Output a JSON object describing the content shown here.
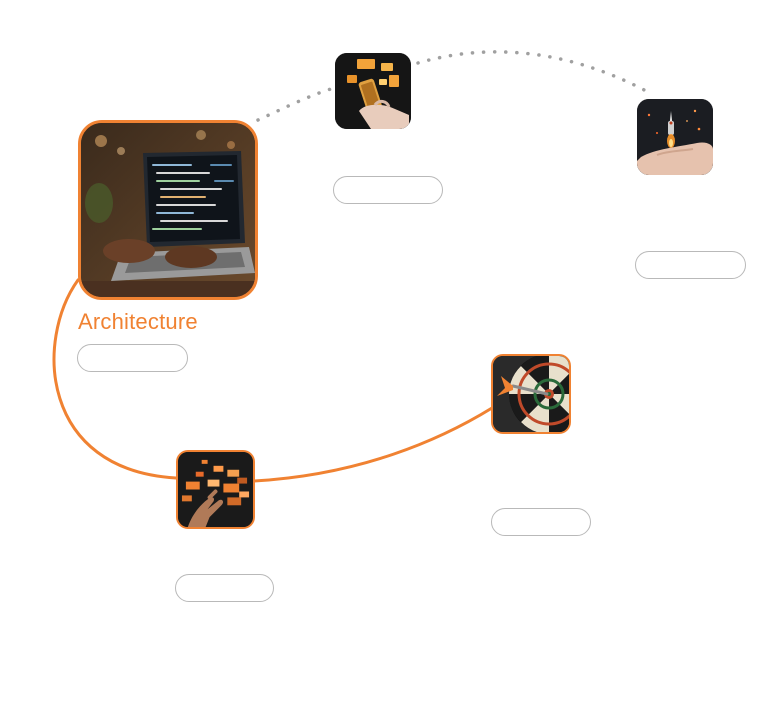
{
  "stages": [
    {
      "label": "Architecture",
      "icon": "laptop-code-icon",
      "state": "active"
    },
    {
      "label": "",
      "icon": "smartphone-hologram-icon",
      "state": "upcoming"
    },
    {
      "label": "",
      "icon": "rocket-in-hand-icon",
      "state": "upcoming"
    },
    {
      "label": "",
      "icon": "dart-on-target-icon",
      "state": "completed"
    },
    {
      "label": "",
      "icon": "digital-blocks-hand-icon",
      "state": "completed"
    }
  ],
  "colors": {
    "accent": "#f08232",
    "dotted_path": "#a0a0a0",
    "pill_border": "#b9b9b9"
  }
}
